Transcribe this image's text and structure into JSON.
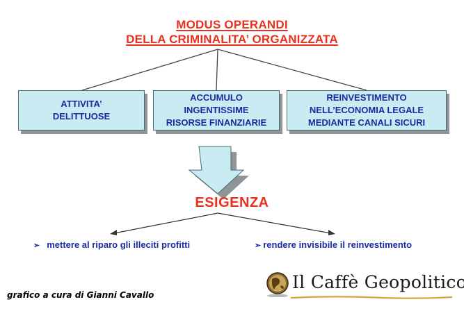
{
  "title": {
    "line1": "MODUS OPERANDI",
    "line2": "DELLA CRIMINALITA’ ORGANIZZATA"
  },
  "boxes": [
    {
      "label": "ATTIVITA’\nDELITTUOSE"
    },
    {
      "label": "ACCUMULO\nINGENTISSIME\nRISORSE FINANZIARIE"
    },
    {
      "label": "REINVESTIMENTO\nNELL’ECONOMIA LEGALE\nMEDIANTE CANALI SICURI"
    }
  ],
  "esigenza": "ESIGENZA",
  "bullets": [
    {
      "marker": "➢",
      "text": "mettere al riparo gli illeciti profitti"
    },
    {
      "marker": "➢",
      "text": "rendere invisibile il reinvestimento"
    }
  ],
  "credit": "grafico a cura di Gianni Cavallo",
  "logo": {
    "text": "Il Caffè Geopolitico"
  },
  "colors": {
    "title_red": "#e8311d",
    "box_fill": "#c8ecf1",
    "box_text": "#1a2aa3",
    "arrow_fill": "#c8ecf1",
    "arrow_outline": "#4a6a70"
  }
}
